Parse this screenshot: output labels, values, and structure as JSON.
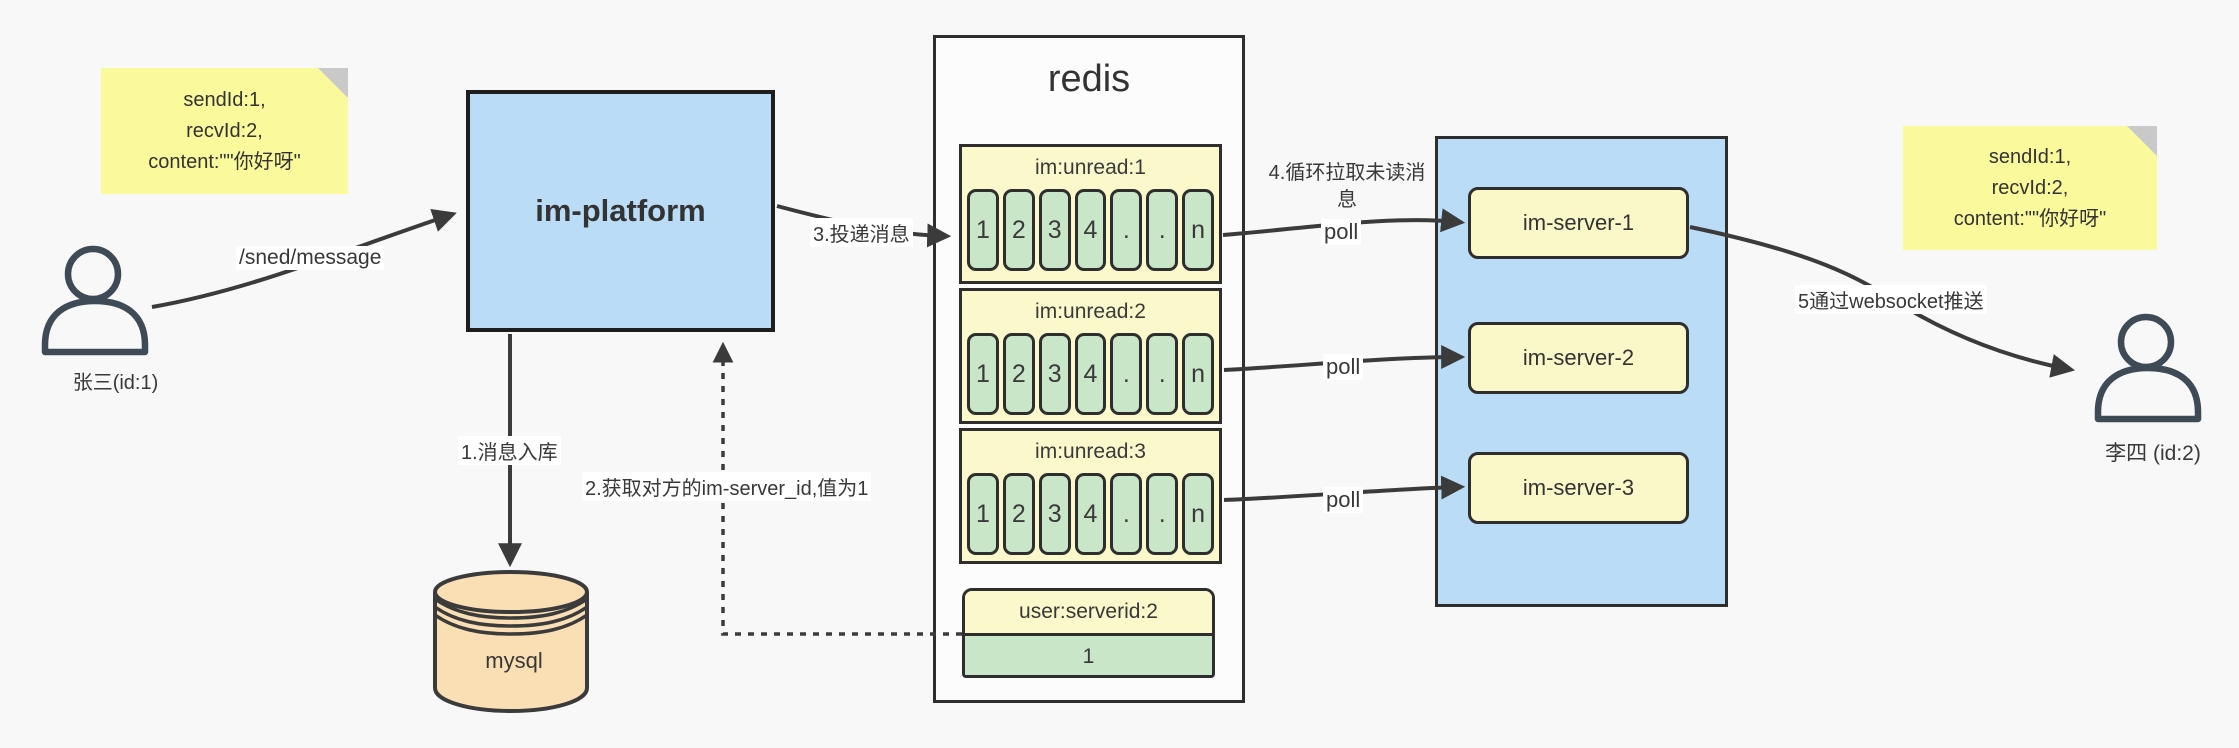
{
  "notes": {
    "left": {
      "lines": [
        "sendId:1,",
        "recvId:2,",
        "content:\"\"你好呀\""
      ]
    },
    "right": {
      "lines": [
        "sendId:1,",
        "recvId:2,",
        "content:\"\"你好呀\""
      ]
    }
  },
  "actors": {
    "sender": {
      "label": "张三(id:1)"
    },
    "receiver": {
      "label": "李四 (id:2)"
    }
  },
  "nodes": {
    "im_platform": {
      "label": "im-platform"
    },
    "mysql": {
      "label": "mysql"
    },
    "redis": {
      "title": "redis"
    },
    "servers": [
      {
        "label": "im-server-1"
      },
      {
        "label": "im-server-2"
      },
      {
        "label": "im-server-3"
      }
    ],
    "user_serverid": {
      "header": "user:serverid:2",
      "value": "1"
    }
  },
  "queues": [
    {
      "header": "im:unread:1",
      "cells": [
        "1",
        "2",
        "3",
        "4",
        ".",
        ".",
        "n"
      ]
    },
    {
      "header": "im:unread:2",
      "cells": [
        "1",
        "2",
        "3",
        "4",
        ".",
        ".",
        "n"
      ]
    },
    {
      "header": "im:unread:3",
      "cells": [
        "1",
        "2",
        "3",
        "4",
        ".",
        ".",
        "n"
      ]
    }
  ],
  "edges": {
    "send_label": "/sned/message",
    "step1": "1.消息入库",
    "step2": "2.获取对方的im-server_id,值为1",
    "step3": "3.投递消息",
    "step4": "4.循环拉取未读消息",
    "step5": "5通过websocket推送",
    "poll": "poll"
  },
  "colors": {
    "canvas_bg": "#f8f8f8",
    "container_blue": "#badcf6",
    "pale_yellow": "#fbf8cc",
    "server_yellow": "#faf7c8",
    "cell_green": "#c9e6c9",
    "sticky_yellow": "#fafa9d",
    "mysql_tan": "#fbdfb4",
    "line_dark": "#3b3b3b",
    "border_dark": "#2e2e2e",
    "fold_gray": "#c9c9c9",
    "person_stroke": "#3e4a56"
  }
}
